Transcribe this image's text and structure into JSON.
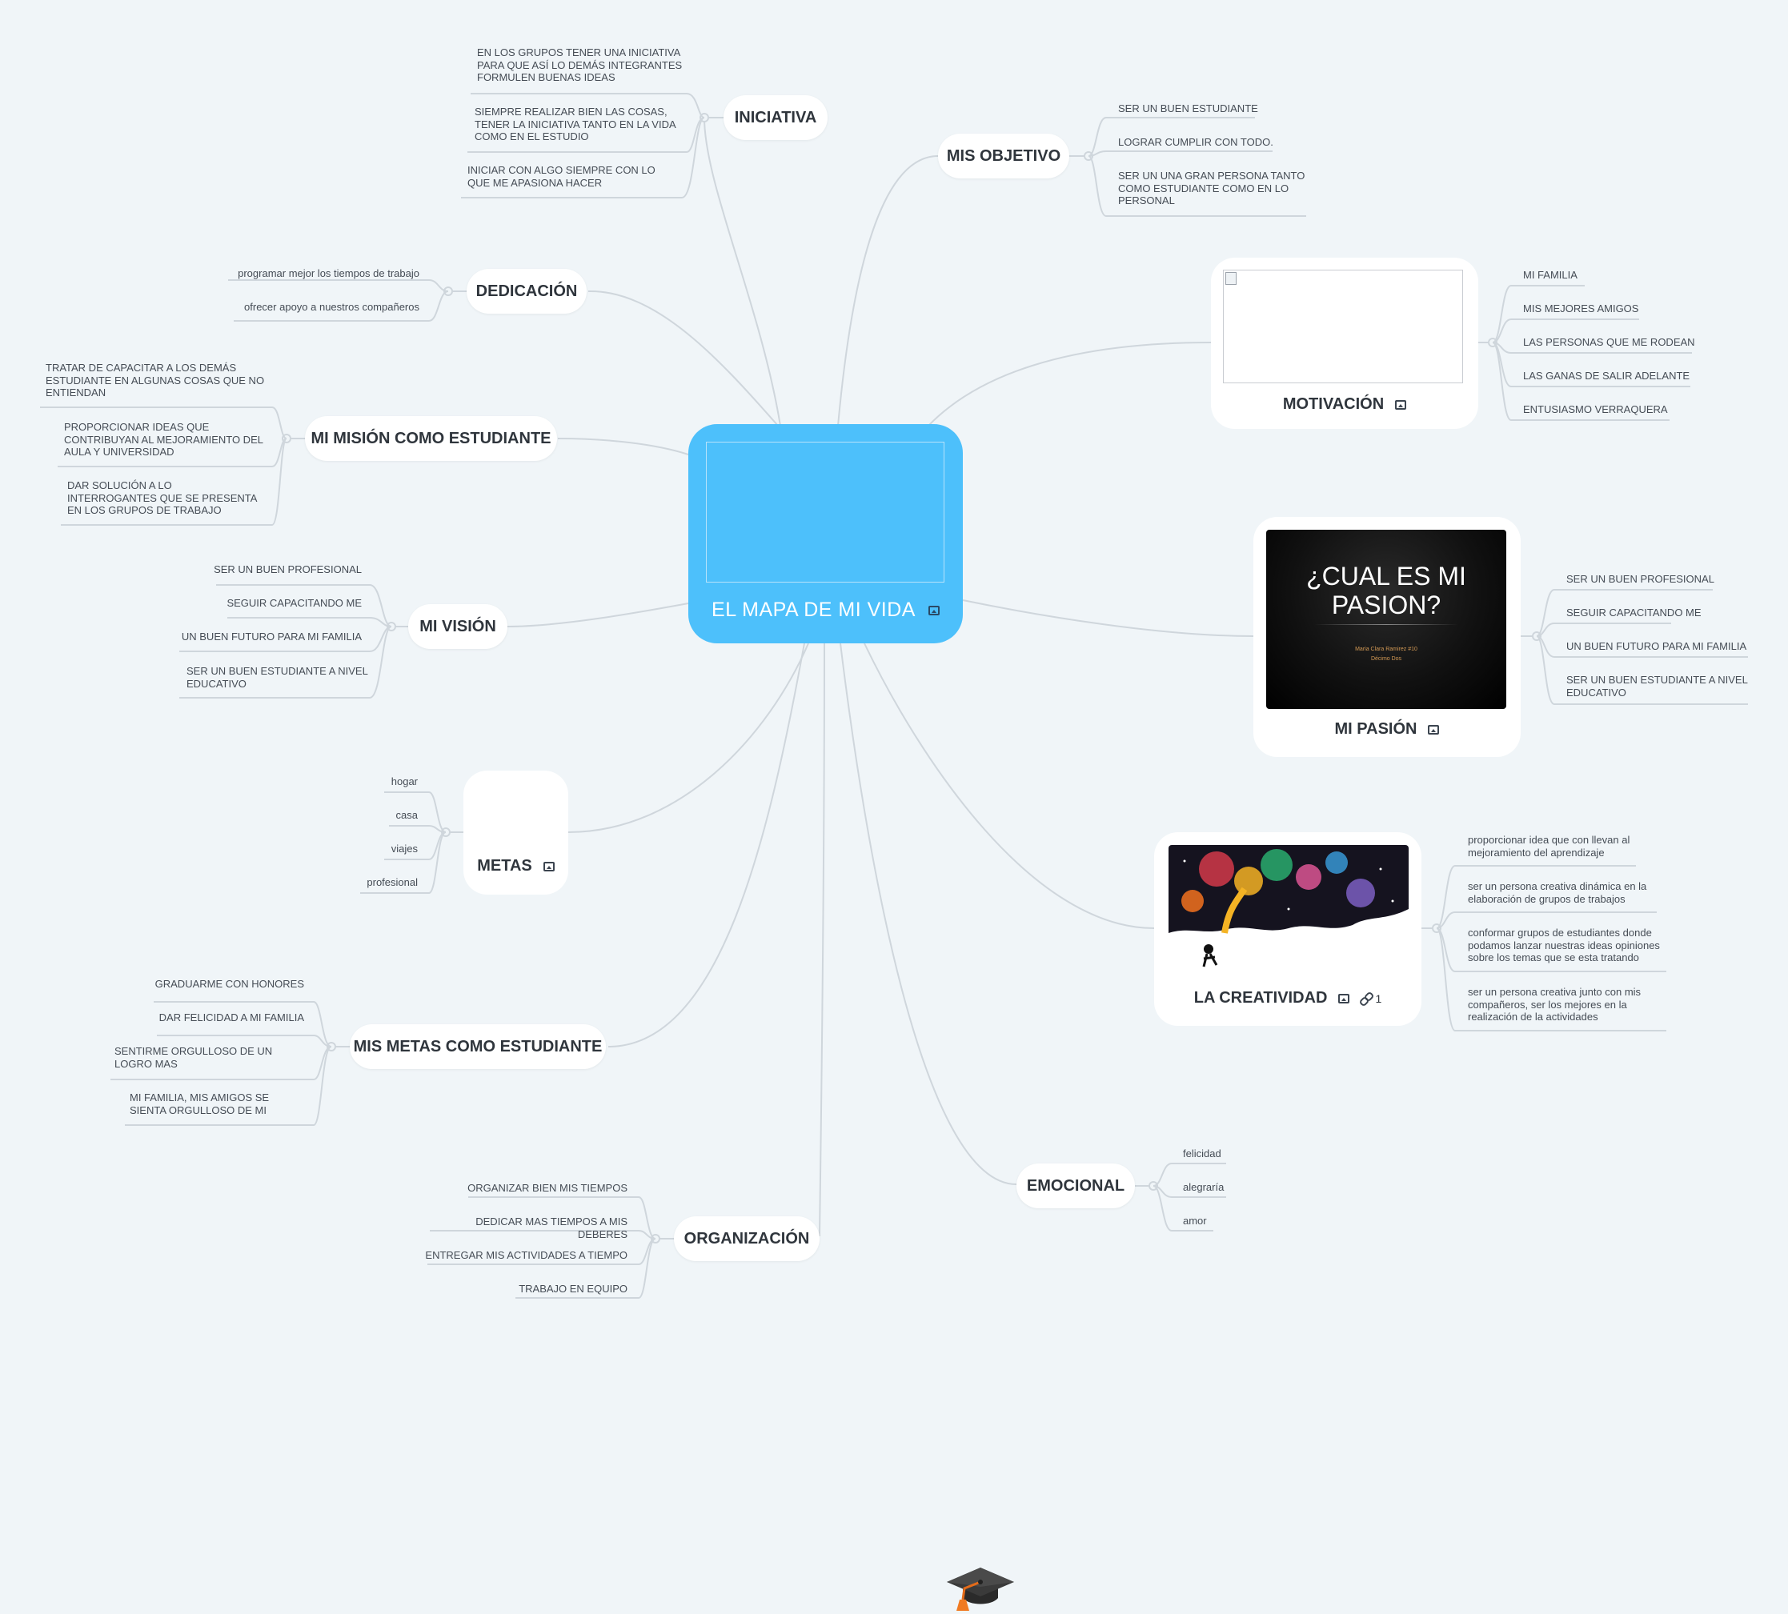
{
  "central": {
    "title": "EL MAPA DE MI VIDA",
    "icon": "image-icon"
  },
  "topics": {
    "iniciativa": {
      "label": "INICIATIVA",
      "leaves": [
        "EN LOS GRUPOS TENER UNA INICIATIVA PARA QUE ASÍ LO DEMÁS INTEGRANTES FORMULEN BUENAS IDEAS",
        "SIEMPRE REALIZAR BIEN LAS COSAS, TENER LA INICIATIVA TANTO EN LA VIDA COMO EN EL ESTUDIO",
        "INICIAR CON ALGO SIEMPRE CON LO QUE ME APASIONA HACER"
      ]
    },
    "dedicacion": {
      "label": "DEDICACIÓN",
      "leaves": [
        "programar mejor los tiempos de trabajo",
        "ofrecer apoyo a nuestros compañeros"
      ]
    },
    "mision": {
      "label": "MI MISIÓN COMO ESTUDIANTE",
      "leaves": [
        "TRATAR DE CAPACITAR A LOS DEMÁS ESTUDIANTE EN ALGUNAS COSAS QUE NO ENTIENDAN",
        "PROPORCIONAR IDEAS QUE CONTRIBUYAN AL MEJORAMIENTO DEL AULA Y UNIVERSIDAD",
        "DAR SOLUCIÓN A LO INTERROGANTES QUE SE PRESENTA EN LOS GRUPOS DE TRABAJO"
      ]
    },
    "vision": {
      "label": "MI VISIÓN",
      "leaves": [
        "SER UN BUEN PROFESIONAL",
        "SEGUIR CAPACITANDO ME",
        "UN BUEN FUTURO PARA MI FAMILIA",
        "SER UN BUEN ESTUDIANTE A NIVEL EDUCATIVO"
      ]
    },
    "metas": {
      "label": "METAS",
      "icon": "graduation-cap-icon",
      "leaves": [
        "hogar",
        "casa",
        "viajes",
        "profesional"
      ]
    },
    "metas_estudiante": {
      "label": "MIS METAS COMO ESTUDIANTE",
      "leaves": [
        "GRADUARME CON HONORES",
        "DAR FELICIDAD A MI FAMILIA",
        "SENTIRME ORGULLOSO DE UN LOGRO MAS",
        "MI FAMILIA, MIS AMIGOS SE SIENTA ORGULLOSO DE MI"
      ]
    },
    "organizacion": {
      "label": "ORGANIZACIÓN",
      "leaves": [
        "ORGANIZAR BIEN MIS TIEMPOS",
        "DEDICAR MAS TIEMPOS A MIS DEBERES",
        "ENTREGAR MIS ACTIVIDADES A TIEMPO",
        "TRABAJO EN EQUIPO"
      ]
    },
    "objetivo": {
      "label": "MIS OBJETIVO",
      "leaves": [
        "SER UN BUEN ESTUDIANTE",
        "LOGRAR CUMPLIR CON TODO.",
        "SER UN UNA GRAN PERSONA TANTO COMO ESTUDIANTE COMO EN LO PERSONAL"
      ]
    },
    "motivacion": {
      "label": "MOTIVACIÓN",
      "leaves": [
        "MI FAMILIA",
        "MIS MEJORES AMIGOS",
        "LAS PERSONAS QUE ME RODEAN",
        "LAS GANAS DE SALIR ADELANTE",
        "ENTUSIASMO VERRAQUERA"
      ]
    },
    "pasion": {
      "label": "MI PASIÓN",
      "image_title": "¿CUAL ES MI PASION?",
      "image_sub1": "Maria Clara Ramirez #10",
      "image_sub2": "Décimo Dos",
      "leaves": [
        "SER UN BUEN PROFESIONAL",
        "SEGUIR CAPACITANDO ME",
        "UN BUEN FUTURO PARA MI FAMILIA",
        "SER UN BUEN ESTUDIANTE A NIVEL EDUCATIVO"
      ]
    },
    "creatividad": {
      "label": "LA CREATIVIDAD",
      "link_count": "1",
      "leaves": [
        "proporcionar idea que con llevan al mejoramiento del aprendizaje",
        "ser un persona creativa dinámica en la elaboración  de grupos de trabajos",
        "conformar grupos de estudiantes donde podamos lanzar nuestras ideas opiniones sobre los temas que se esta tratando",
        "ser un persona  creativa junto con mis compañeros, ser los mejores en la realización de la actividades"
      ]
    },
    "emocional": {
      "label": "EMOCIONAL",
      "leaves": [
        "felicidad",
        "alegraría",
        "amor"
      ]
    }
  },
  "colors": {
    "central": "#4dc0fb",
    "background": "#f0f5f8",
    "edge": "#cfd6dc",
    "topic": "#ffffff"
  }
}
